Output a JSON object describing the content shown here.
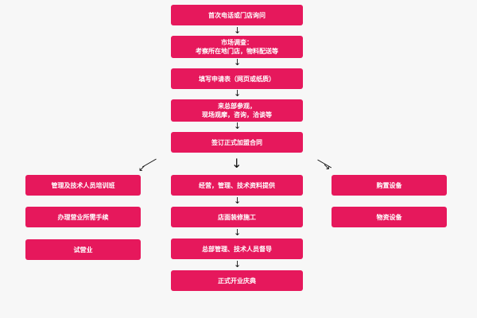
{
  "center_steps": [
    "首次电话或门店询问",
    "市场调查：\n考察所在地门店，物料配送等",
    "填写申请表（网页或纸质）",
    "来总部参观，\n现场观摩，咨询，洽谈等",
    "签订正式加盟合同"
  ],
  "left_column": [
    "管理及技术人员培训班",
    "办理营业所需手续",
    "试营业"
  ],
  "middle_column": [
    "经营，管理、技术资料提供",
    "店面装修施工",
    "总部管理、技术人员督导",
    "正式开业庆典"
  ],
  "right_column": [
    "购置设备",
    "物资设备"
  ],
  "colors": {
    "box": "#e6185c",
    "text": "#ffffff",
    "background": "#f7f7f7"
  }
}
